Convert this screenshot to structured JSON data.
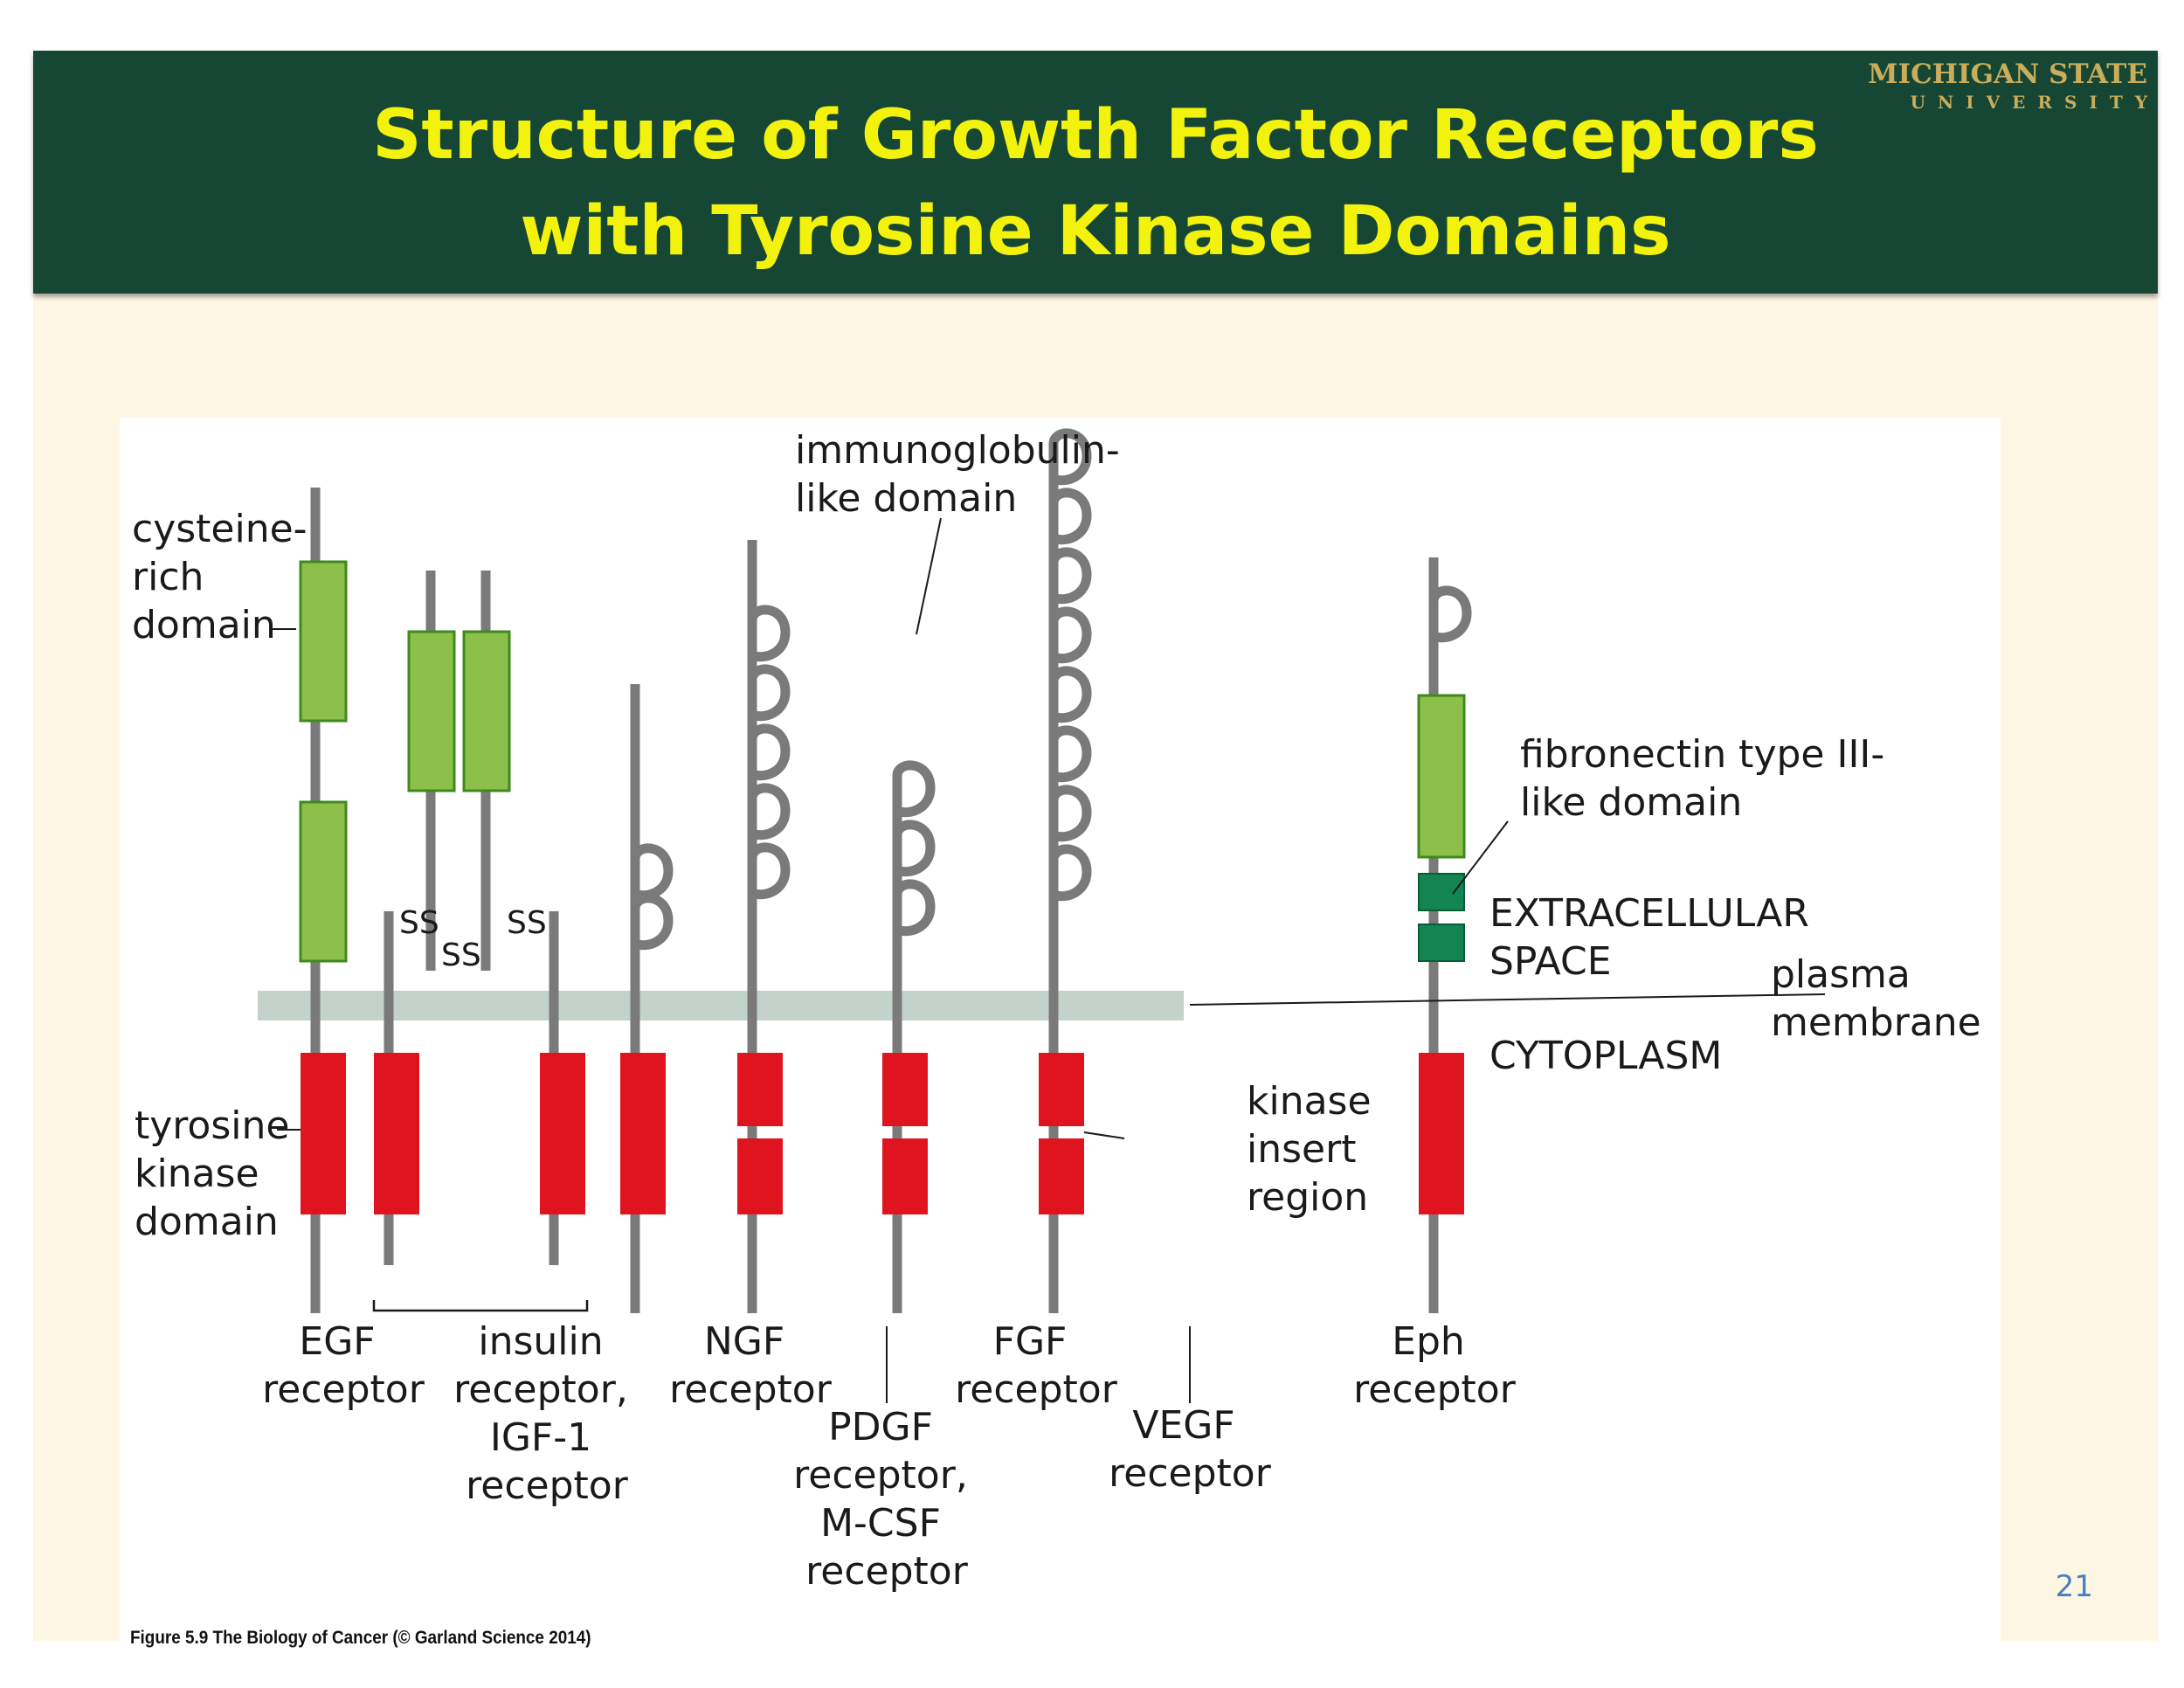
{
  "title": {
    "line1": "Structure of Growth Factor Receptors",
    "line2": "with Tyrosine Kinase Domains"
  },
  "logo": {
    "line1": "MICHIGAN STATE",
    "line2": "UNIVERSITY"
  },
  "labels": {
    "cysteine_rich": [
      "cysteine-",
      "rich",
      "domain"
    ],
    "tyrosine_kinase": [
      "tyrosine",
      "kinase",
      "domain"
    ],
    "immunoglobulin": [
      "immunoglobulin-",
      "like domain"
    ],
    "fibronectin": [
      "fibronectin type III-",
      "like domain"
    ],
    "extracellular": [
      "EXTRACELLULAR",
      "SPACE"
    ],
    "cytoplasm": "CYTOPLASM",
    "plasma_membrane": [
      "plasma",
      "membrane"
    ],
    "kinase_insert": [
      "kinase",
      "insert",
      "region"
    ],
    "disulfide": "SS"
  },
  "receptors": [
    {
      "key": "egf",
      "label": [
        "EGF",
        "receptor"
      ]
    },
    {
      "key": "insulin",
      "label": [
        "insulin",
        "receptor,",
        "IGF-1",
        "receptor"
      ]
    },
    {
      "key": "ngf",
      "label": [
        "NGF",
        "receptor"
      ]
    },
    {
      "key": "pdgf",
      "label": [
        "PDGF",
        "receptor,",
        "M-CSF",
        "receptor"
      ]
    },
    {
      "key": "fgf",
      "label": [
        "FGF",
        "receptor"
      ]
    },
    {
      "key": "vegf",
      "label": [
        "VEGF",
        "receptor"
      ]
    },
    {
      "key": "eph",
      "label": [
        "Eph",
        "receptor"
      ]
    }
  ],
  "caption": "Figure 5.9 The Biology of Cancer (© Garland Science 2014)",
  "page_number": "21",
  "colors": {
    "header_bg": "#154734",
    "title": "#f2f20d",
    "slide_bg": "#fdf6e3",
    "stalk": "#7a7a7a",
    "cysteine_domain": "#8cc04b",
    "fibronectin_domain": "#128552",
    "kinase_domain": "#e0141e",
    "membrane": "#c3d2cb"
  }
}
